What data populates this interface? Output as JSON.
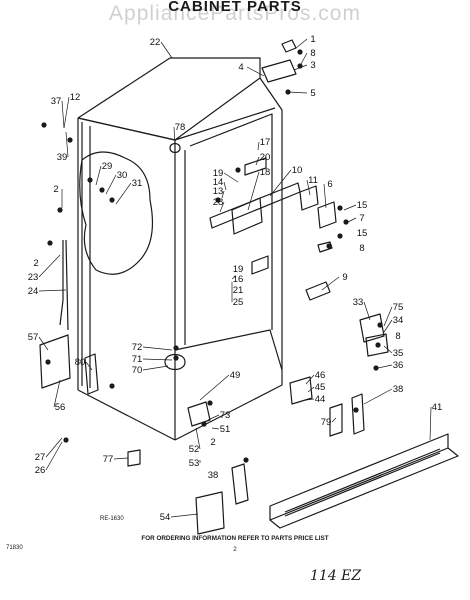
{
  "header": {
    "title": "CABINET PARTS",
    "watermark": "AppliancePartsPros.com"
  },
  "codes": {
    "diagram_code": "RE-1630",
    "corner_code": "71830"
  },
  "footer": {
    "order_text": "FOR ORDERING INFORMATION REFER TO PARTS PRICE LIST",
    "page_number": "2",
    "handwritten": "114 EZ"
  },
  "callouts": [
    "1",
    "2",
    "3",
    "4",
    "5",
    "6",
    "7",
    "8",
    "9",
    "10",
    "11",
    "12",
    "13",
    "14",
    "15",
    "16",
    "17",
    "18",
    "19",
    "20",
    "21",
    "22",
    "23",
    "24",
    "25",
    "26",
    "27",
    "28",
    "29",
    "30",
    "31",
    "33",
    "34",
    "35",
    "36",
    "37",
    "38",
    "39",
    "41",
    "44",
    "45",
    "46",
    "49",
    "51",
    "52",
    "53",
    "54",
    "56",
    "57",
    "70",
    "71",
    "72",
    "73",
    "75",
    "77",
    "78",
    "79",
    "80"
  ],
  "colors": {
    "ink": "#1a1a1a",
    "watermark": "#aaaaaa",
    "background": "#ffffff"
  }
}
